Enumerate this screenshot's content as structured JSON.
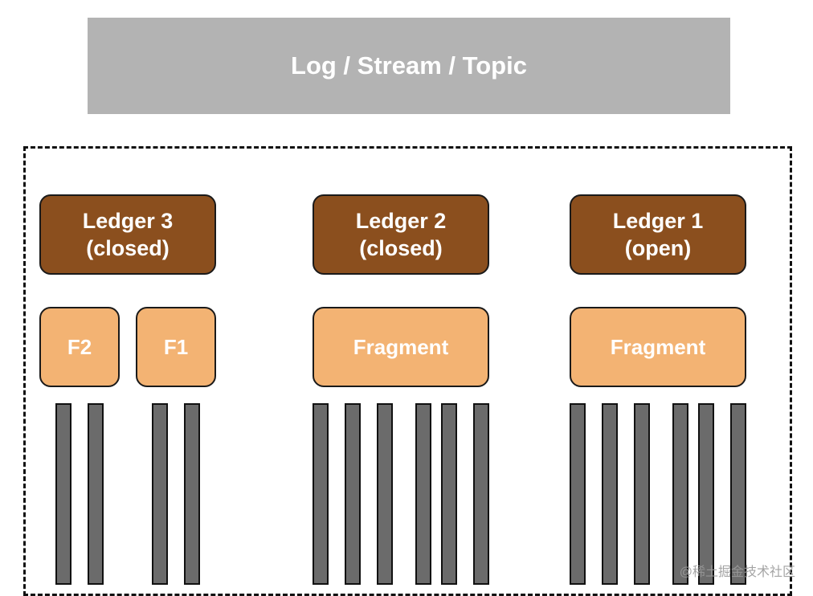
{
  "header": {
    "title": "Log / Stream / Topic"
  },
  "ledgers": [
    {
      "line1": "Ledger 3",
      "line2": "(closed)"
    },
    {
      "line1": "Ledger 2",
      "line2": "(closed)"
    },
    {
      "line1": "Ledger 1",
      "line2": "(open)"
    }
  ],
  "fragments": {
    "ledger3": [
      "F2",
      "F1"
    ],
    "ledger2": "Fragment",
    "ledger1": "Fragment"
  },
  "watermark": "@稀土掘金技术社区"
}
